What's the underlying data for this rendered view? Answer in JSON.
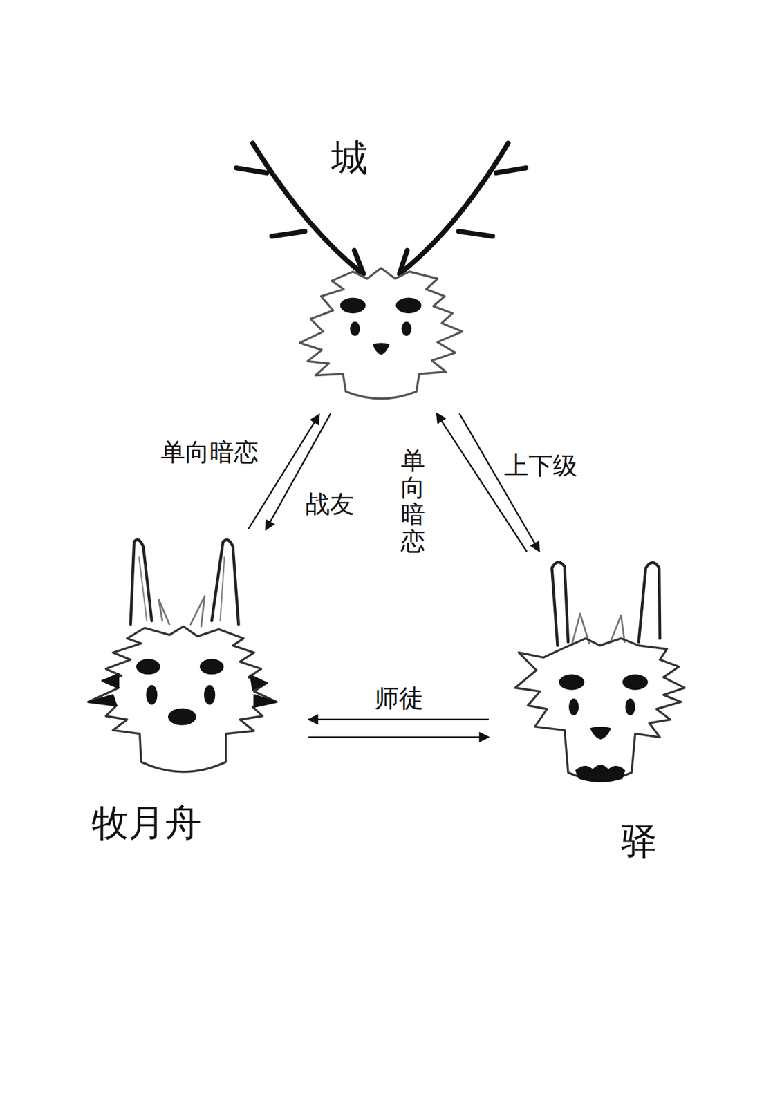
{
  "diagram": {
    "nodes": [
      {
        "text": [
          "城"
        ]
      },
      {
        "text": [
          "牧月舟"
        ]
      },
      {
        "text": [
          "驿"
        ]
      }
    ],
    "edges": [
      {
        "from": 1,
        "to": 0,
        "arrow": "to",
        "label": "单向暗恋"
      },
      {
        "from": 0,
        "to": 1,
        "arrow": "to",
        "label": "战友"
      },
      {
        "from": 0,
        "to": 2,
        "arrow": "to",
        "label": "上下级"
      },
      {
        "from": 2,
        "to": 0,
        "arrow": "to",
        "label": "单向暗恋"
      },
      {
        "from": 2,
        "to": 1,
        "arrow": "to",
        "label": "师徒"
      },
      {
        "from": 1,
        "to": 2,
        "arrow": "to"
      }
    ]
  }
}
